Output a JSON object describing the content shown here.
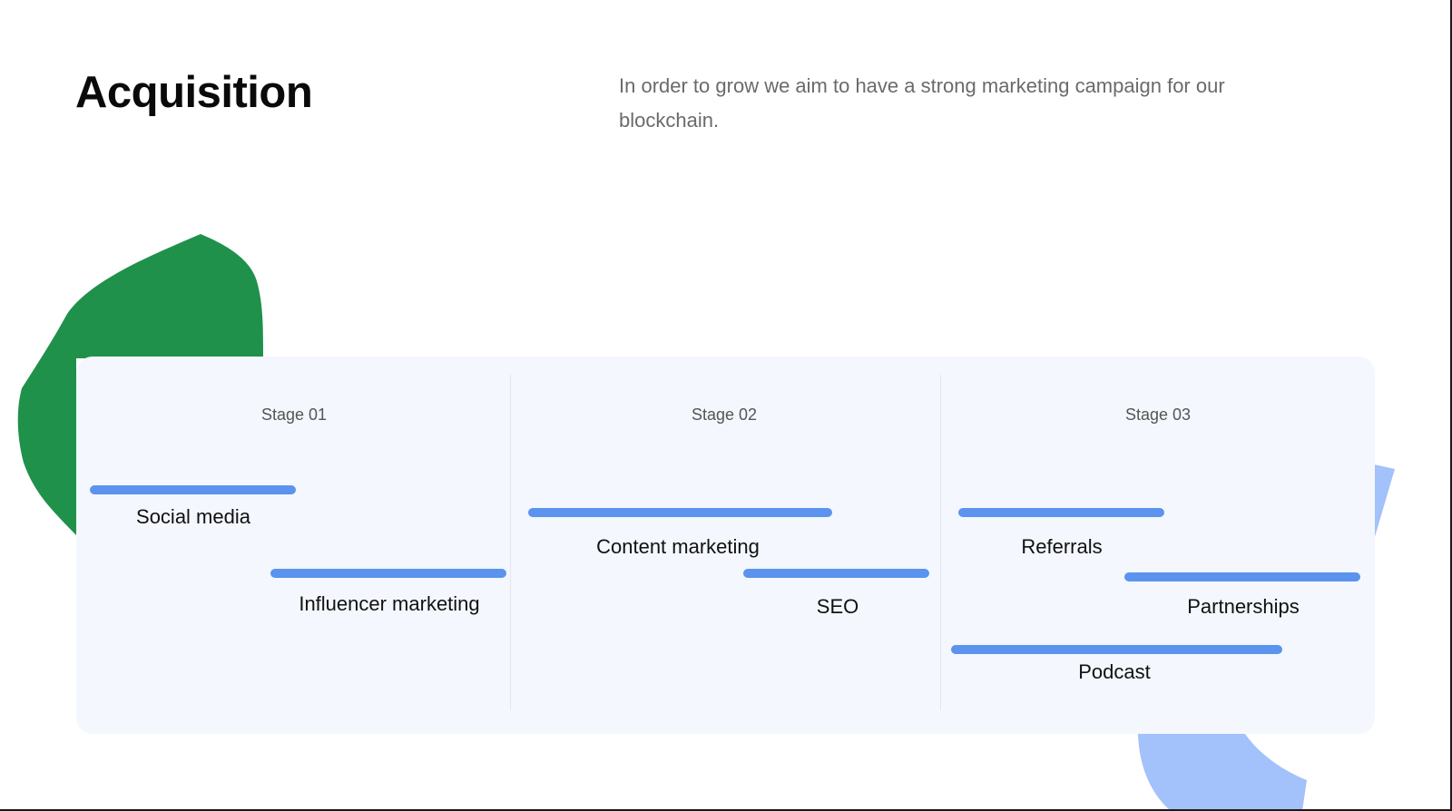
{
  "header": {
    "title": "Acquisition",
    "description": "In order to grow we aim to have a strong marketing campaign for our blockchain."
  },
  "colors": {
    "accent_green": "#1f914b",
    "accent_blue_light": "#a3c1fb",
    "bar_blue": "#5b93ee",
    "panel_bg": "#f4f7fd"
  },
  "stages": [
    {
      "label": "Stage 01",
      "items": [
        {
          "label": "Social media"
        },
        {
          "label": "Influencer marketing"
        }
      ]
    },
    {
      "label": "Stage 02",
      "items": [
        {
          "label": "Content marketing"
        },
        {
          "label": "SEO"
        }
      ]
    },
    {
      "label": "Stage 03",
      "items": [
        {
          "label": "Referrals"
        },
        {
          "label": "Partnerships"
        },
        {
          "label": "Podcast"
        }
      ]
    }
  ]
}
